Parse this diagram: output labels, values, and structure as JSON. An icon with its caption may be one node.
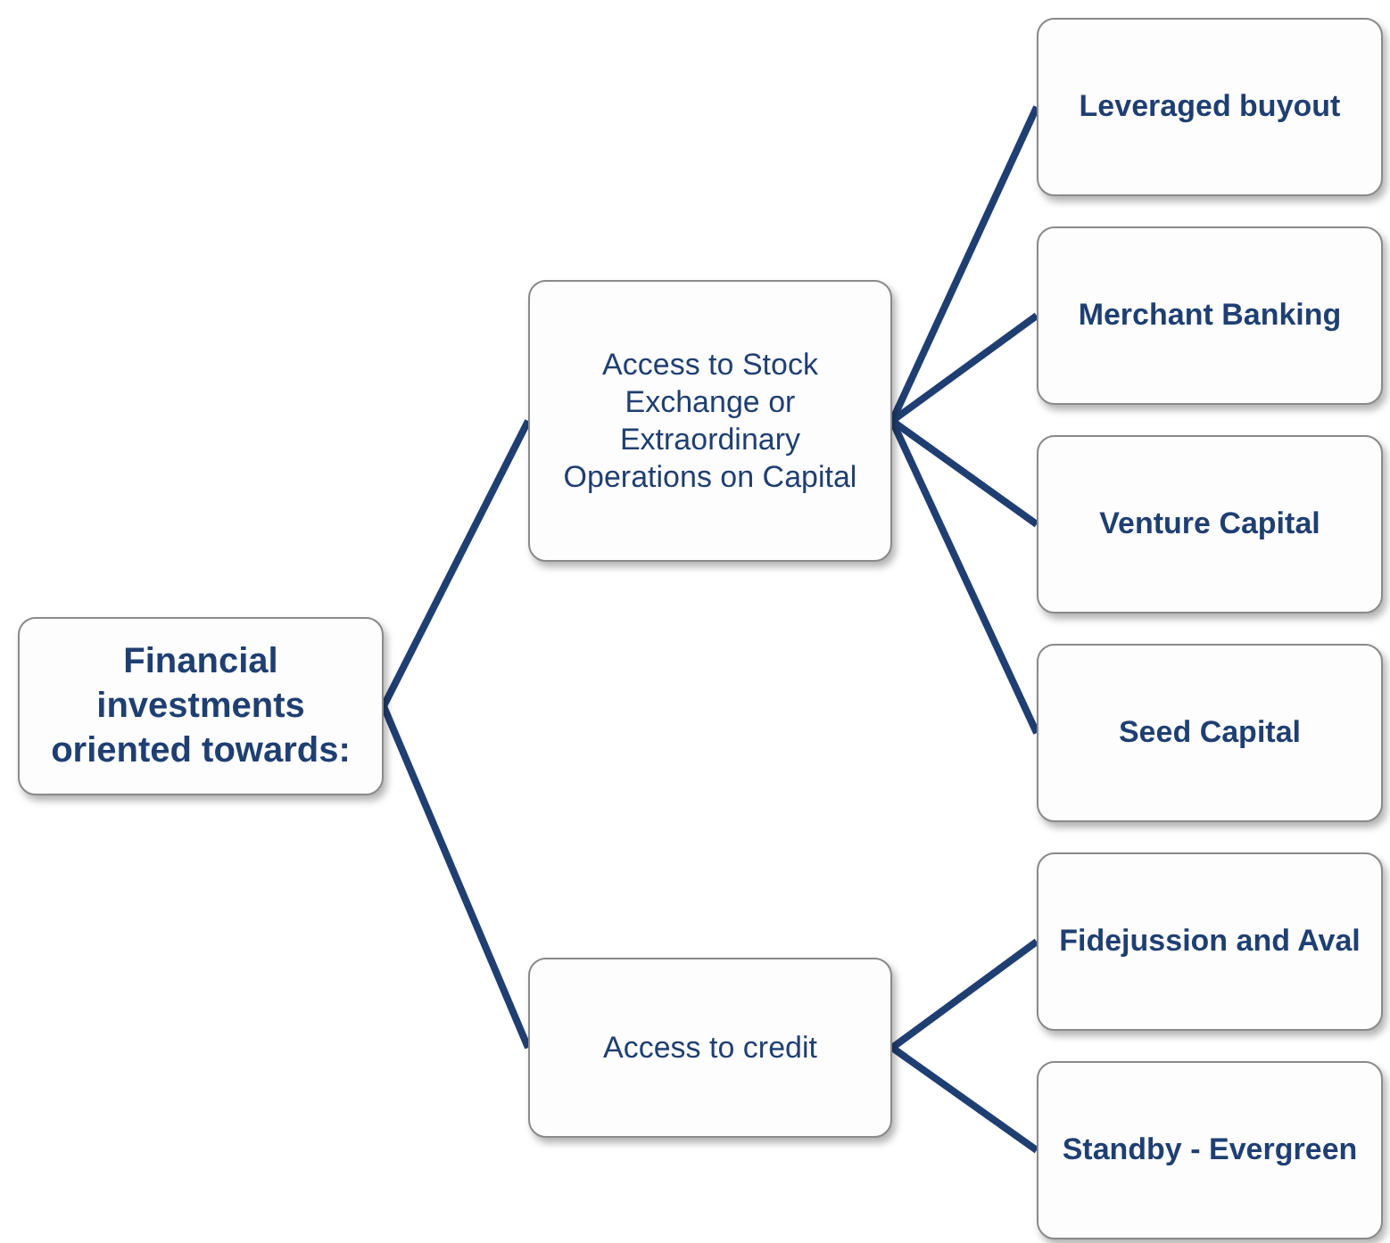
{
  "diagram": {
    "nodes": [
      {
        "text": [
          "Financial investments oriented towards:"
        ]
      },
      {
        "text": [
          "Access to Stock Exchange or Extraordinary Operations on Capital"
        ]
      },
      {
        "text": [
          "Access to credit"
        ]
      },
      {
        "text": [
          "Leveraged buyout"
        ]
      },
      {
        "text": [
          "Merchant Banking"
        ]
      },
      {
        "text": [
          "Venture Capital"
        ]
      },
      {
        "text": [
          "Seed Capital"
        ]
      },
      {
        "text": [
          "Fidejussion and Aval"
        ]
      },
      {
        "text": [
          "Standby - Evergreen"
        ]
      }
    ],
    "edges": [
      {
        "from": 0,
        "to": 1,
        "arrow": "none"
      },
      {
        "from": 0,
        "to": 2,
        "arrow": "none"
      },
      {
        "from": 1,
        "to": 3,
        "arrow": "none"
      },
      {
        "from": 1,
        "to": 4,
        "arrow": "none"
      },
      {
        "from": 1,
        "to": 5,
        "arrow": "none"
      },
      {
        "from": 1,
        "to": 6,
        "arrow": "none"
      },
      {
        "from": 2,
        "to": 7,
        "arrow": "none"
      },
      {
        "from": 2,
        "to": 8,
        "arrow": "none"
      }
    ]
  }
}
